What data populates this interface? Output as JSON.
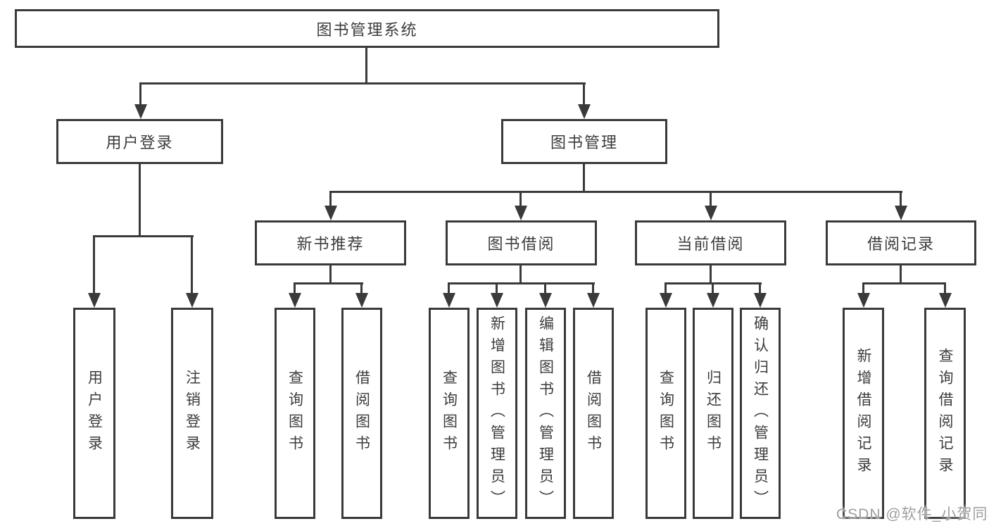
{
  "root": {
    "label": "图书管理系统"
  },
  "level2": [
    {
      "label": "用户登录"
    },
    {
      "label": "图书管理"
    }
  ],
  "level3": [
    {
      "label": "新书推荐"
    },
    {
      "label": "图书借阅"
    },
    {
      "label": "当前借阅"
    },
    {
      "label": "借阅记录"
    }
  ],
  "leaves": [
    {
      "label": "用户登录"
    },
    {
      "label": "注销登录"
    },
    {
      "label": "查询图书"
    },
    {
      "label": "借阅图书"
    },
    {
      "label": "查询图书"
    },
    {
      "label": "新增图书（管理员）"
    },
    {
      "label": "编辑图书（管理员）"
    },
    {
      "label": "借阅图书"
    },
    {
      "label": "查询图书"
    },
    {
      "label": "归还图书"
    },
    {
      "label": "确认归还（管理员）"
    },
    {
      "label": "新增借阅记录"
    },
    {
      "label": "查询借阅记录"
    }
  ],
  "watermark": "CSDN @软件_小贺同学",
  "colors": {
    "line": "#3a3a3a",
    "text": "#3c3c3c",
    "watermark_text": "#9e9e9e",
    "background": "#ffffff"
  }
}
